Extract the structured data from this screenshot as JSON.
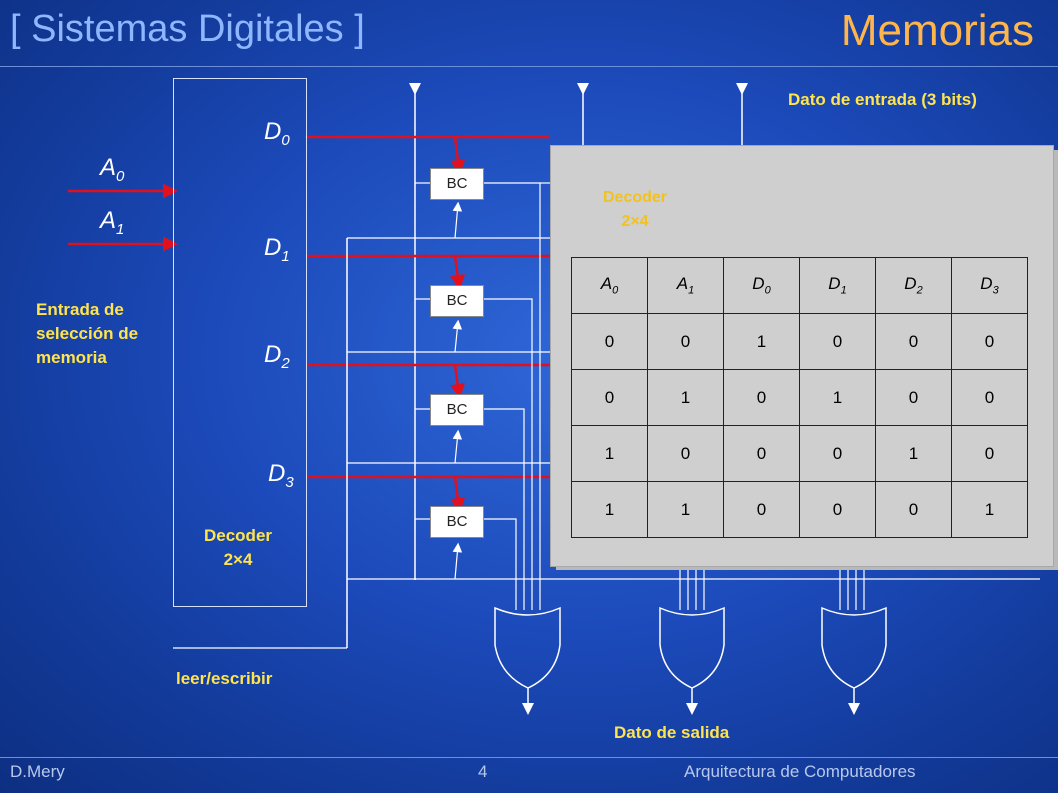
{
  "header": {
    "course": "[ Sistemas Digitales ]",
    "topic": "Memorias"
  },
  "footer": {
    "author": "D.Mery",
    "page": "4",
    "subject": "Arquitectura de Computadores"
  },
  "labels": {
    "data_in": "Dato de entrada (3 bits)",
    "data_out": "Dato de salida",
    "select_line1": "Entrada de",
    "select_line2": "selección de",
    "select_line3": "memoria",
    "rw": "leer/escribir",
    "decoder_line1": "Decoder",
    "decoder_line2": "2×4"
  },
  "inputs": [
    {
      "name": "A",
      "sub": "0"
    },
    {
      "name": "A",
      "sub": "1"
    }
  ],
  "outputs": [
    {
      "name": "D",
      "sub": "0"
    },
    {
      "name": "D",
      "sub": "1"
    },
    {
      "name": "D",
      "sub": "2"
    },
    {
      "name": "D",
      "sub": "3"
    }
  ],
  "cells": [
    "BC",
    "BC",
    "BC",
    "BC"
  ],
  "panel": {
    "title_line1": "Decoder",
    "title_line2": "2×4",
    "headers": [
      {
        "name": "A",
        "sub": "0"
      },
      {
        "name": "A",
        "sub": "1"
      },
      {
        "name": "D",
        "sub": "0"
      },
      {
        "name": "D",
        "sub": "1"
      },
      {
        "name": "D",
        "sub": "2"
      },
      {
        "name": "D",
        "sub": "3"
      }
    ],
    "rows": [
      [
        "0",
        "0",
        "1",
        "0",
        "0",
        "0"
      ],
      [
        "0",
        "1",
        "0",
        "1",
        "0",
        "0"
      ],
      [
        "1",
        "0",
        "0",
        "0",
        "1",
        "0"
      ],
      [
        "1",
        "1",
        "0",
        "0",
        "0",
        "1"
      ]
    ]
  },
  "colors": {
    "header_topic": "#ffb54a",
    "labels": "#ffe44d",
    "select_lines": "#e0101e",
    "panel_title": "#f4c21a"
  }
}
